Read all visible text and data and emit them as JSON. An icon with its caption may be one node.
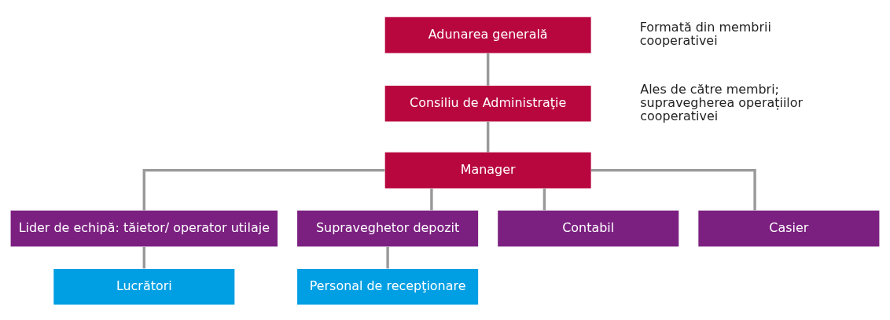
{
  "diagram": {
    "nodes": [
      {
        "text": [
          "Adunarea generală"
        ],
        "beside": [
          "Formată din membrii cooperativei"
        ]
      },
      {
        "text": [
          "Consiliu de Administraţie"
        ],
        "beside": [
          "Ales de către membri; supravegherea operațiilor cooperativei"
        ]
      },
      {
        "text": [
          "Manager"
        ]
      },
      {
        "text": [
          "Lider de echipă: tăietor/ operator utilaje"
        ]
      },
      {
        "text": [
          "Supraveghetor depozit"
        ]
      },
      {
        "text": [
          "Contabil"
        ]
      },
      {
        "text": [
          "Casier"
        ]
      },
      {
        "text": [
          "Lucrători"
        ]
      },
      {
        "text": [
          "Personal de recepţionare"
        ]
      }
    ],
    "edges": [
      {
        "from": 0,
        "to": 1,
        "arrow": "none"
      },
      {
        "from": 1,
        "to": 2,
        "arrow": "none"
      },
      {
        "from": 2,
        "to": 3,
        "arrow": "none"
      },
      {
        "from": 2,
        "to": 4,
        "arrow": "none"
      },
      {
        "from": 2,
        "to": 5,
        "arrow": "none"
      },
      {
        "from": 2,
        "to": 6,
        "arrow": "none"
      },
      {
        "from": 3,
        "to": 7,
        "arrow": "none"
      },
      {
        "from": 4,
        "to": 8,
        "arrow": "none"
      }
    ]
  }
}
